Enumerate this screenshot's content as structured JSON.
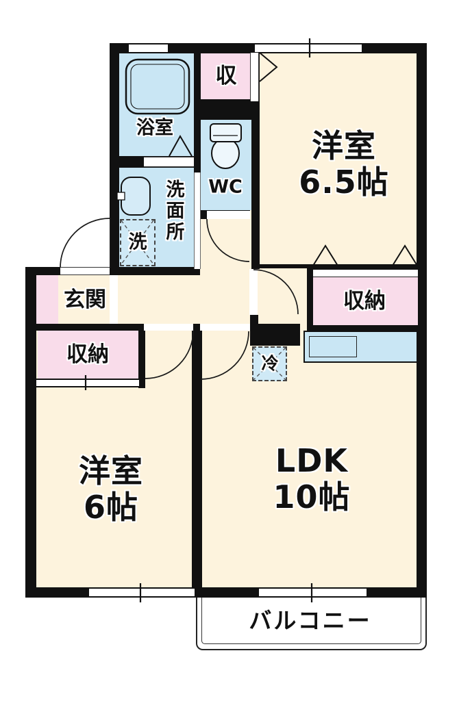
{
  "rooms": {
    "bathroom": "浴室",
    "washroom": "洗面所",
    "laundry": "洗",
    "wc": "WC",
    "closet_upper": "収",
    "entrance": "玄関",
    "closet_west": "収納",
    "closet_east": "収納",
    "fridge": "冷",
    "western_large_name": "洋室",
    "western_large_size": "6.5帖",
    "western_small_name": "洋室",
    "western_small_size": "6帖",
    "ldk_name": "LDK",
    "ldk_size": "10帖",
    "balcony": "バルコニー"
  },
  "colors": {
    "floor": "#fdf3dd",
    "wet_area": "#c9e6f4",
    "closet": "#f9dcea",
    "wall": "#111111",
    "line": "#1a1a1a"
  }
}
